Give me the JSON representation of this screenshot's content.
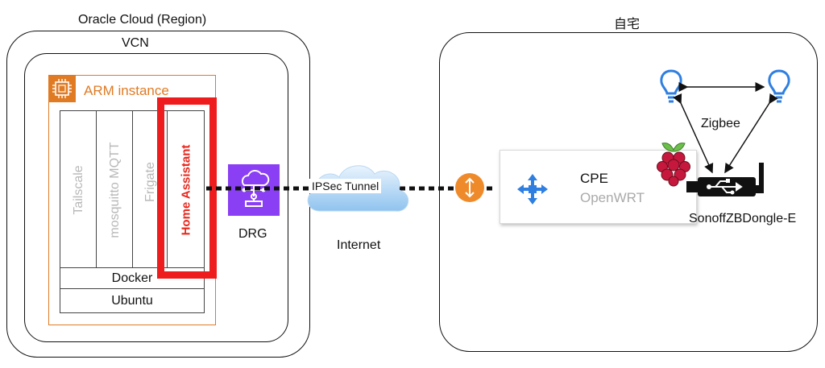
{
  "oracle": {
    "title": "Oracle Cloud (Region)",
    "vcn_label": "VCN",
    "arm_label": "ARM instance",
    "containers": [
      "Tailscale",
      "mosquitto MQTT",
      "Frigate",
      "Home Assistant"
    ],
    "docker_label": "Docker",
    "ubuntu_label": "Ubuntu",
    "drg_label": "DRG"
  },
  "internet": {
    "tunnel_label": "IPSec Tunnel",
    "cloud_label": "Internet"
  },
  "home": {
    "title": "自宅",
    "cpe_title": "CPE",
    "cpe_subtitle": "OpenWRT",
    "zigbee_label": "Zigbee",
    "dongle_label": "SonoffZBDongle-E"
  },
  "colors": {
    "arm_orange": "#e07b24",
    "highlight_red": "#ee1c1c",
    "drg_purple": "#8a3ff5",
    "bulb_blue": "#2f7fe0",
    "router_orange": "#ef8a2a",
    "raspberry_red": "#c5183c"
  }
}
